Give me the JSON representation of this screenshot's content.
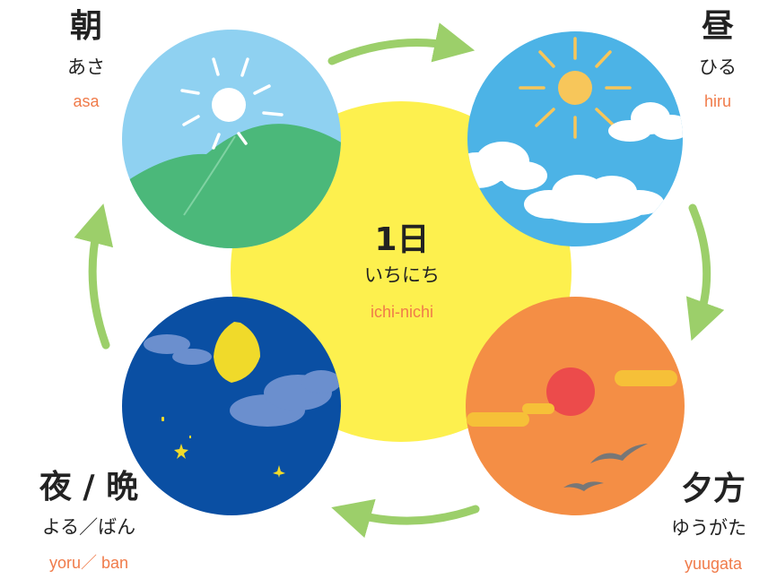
{
  "center": {
    "kanji": "1日",
    "kana": "いちにち",
    "romaji": "ichi-nichi"
  },
  "morning": {
    "kanji": "朝",
    "kana": "あさ",
    "romaji": "asa"
  },
  "noon": {
    "kanji": "昼",
    "kana": "ひる",
    "romaji": "hiru"
  },
  "evening": {
    "kanji": "夕方",
    "kana": "ゆうがた",
    "romaji": "yuugata"
  },
  "night": {
    "kanji": "夜 / 晩",
    "kana": "よる／ばん",
    "romaji": "yoru／ ban"
  },
  "colors": {
    "romaji": "#f07b4a",
    "arrow": "#9ccf6a",
    "center_sun": "#fdf04e",
    "morning_sky": "#8fd1f1",
    "morning_hill": "#4bb87a",
    "noon_sky": "#4cb3e6",
    "noon_sun": "#f7c65a",
    "evening_sky": "#f48e45",
    "evening_sun": "#ec4b4b",
    "night_sky": "#0a4fa3",
    "night_moon": "#f0da2a"
  }
}
